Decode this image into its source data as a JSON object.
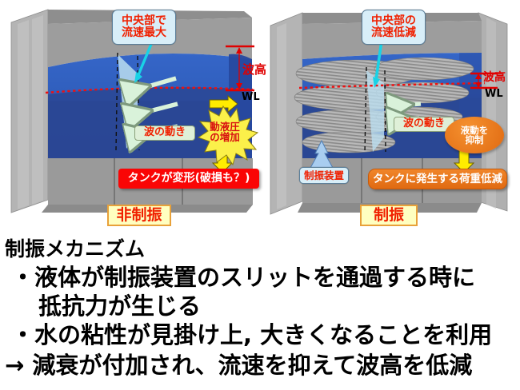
{
  "figure": {
    "left_panel": {
      "caption": "非制振",
      "callout_top": "中央部で\n流速最大",
      "wave_label": "波の動き",
      "burst_text": "動液圧\nの増加",
      "result_banner": "タンクが変形(破損も？)",
      "wave_height_label": "波高",
      "waterline_label": "WL"
    },
    "right_panel": {
      "caption": "制振",
      "callout_top": "中央部の\n流速低減",
      "wave_label": "波の動き",
      "device_label": "制振装置",
      "ellipse_text": "液動を\n抑制",
      "result_banner": "タンクに発生する荷重低減",
      "wave_height_label": "波高",
      "waterline_label": "WL"
    }
  },
  "text_block": {
    "heading": "制振メカニズム",
    "line1": "・液体が制振装置のスリットを通過する時に",
    "line2": "抵抗力が生じる",
    "line3": "・水の粘性が見掛け上, 大きくなることを利用",
    "line4": "→ 減衰が付加され、流速を抑えて波高を低減"
  },
  "colors": {
    "water_top": "#2f5fbf",
    "water_deep": "#2a4f9e",
    "tank_gray": "#9a9a9a",
    "tank_gray_dark": "#7d7d7d",
    "accent_red": "#f02000",
    "accent_orange": "#e8730f",
    "arrow_yellow": "#ffec00",
    "arrow_mint": "#d7f0d8",
    "arrow_cyan": "#17d6e8",
    "arrow_blue": "#a8cdf0",
    "waterline_red": "#ee1010"
  }
}
